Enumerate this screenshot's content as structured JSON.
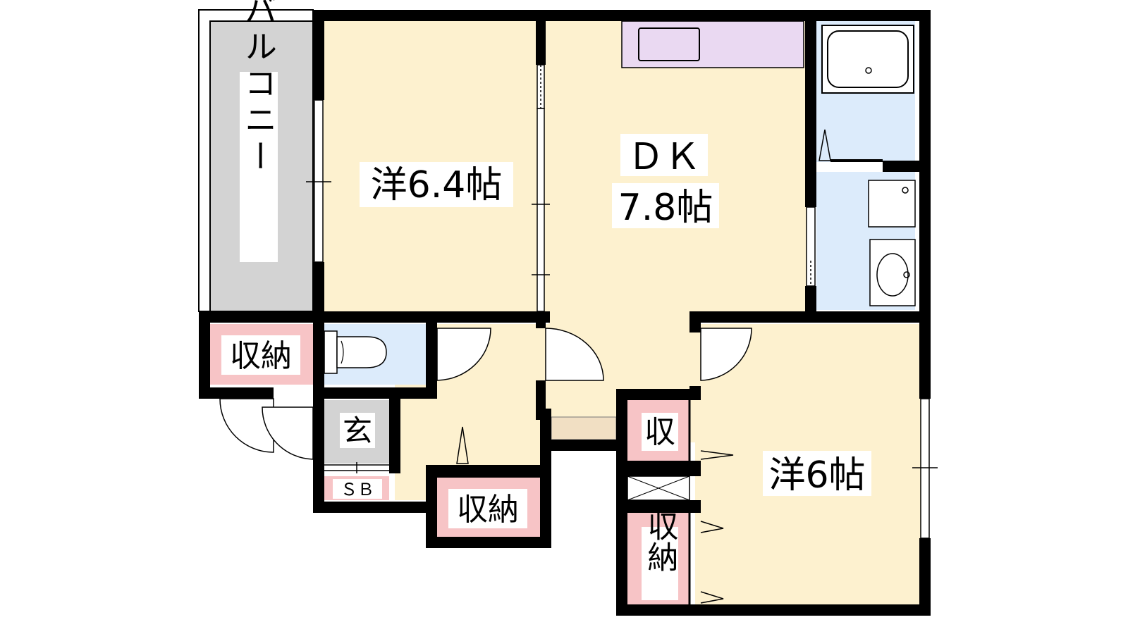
{
  "rooms": {
    "balcony": {
      "label": "バルコニー"
    },
    "western_a": {
      "label": "洋6.4帖"
    },
    "dk": {
      "label_line1": "ＤＫ",
      "label_line2": "7.8帖"
    },
    "western_b": {
      "label": "洋6帖"
    },
    "storage_a": {
      "label": "収納"
    },
    "storage_b": {
      "label": "収納"
    },
    "storage_c": {
      "label": "収"
    },
    "storage_d": {
      "label": "収納"
    },
    "entrance": {
      "label": "玄"
    },
    "shoe_box": {
      "label": "ＳＢ"
    }
  },
  "colors": {
    "wall": "#000000",
    "room_floor": "#fdf1cf",
    "wet_area": "#dcebfb",
    "storage": "#f7c4c6",
    "balcony": "#d3d3d3",
    "entrance": "#d3d3d3",
    "kitchen": "#ead9f2",
    "hallway": "#f1dfc3"
  }
}
